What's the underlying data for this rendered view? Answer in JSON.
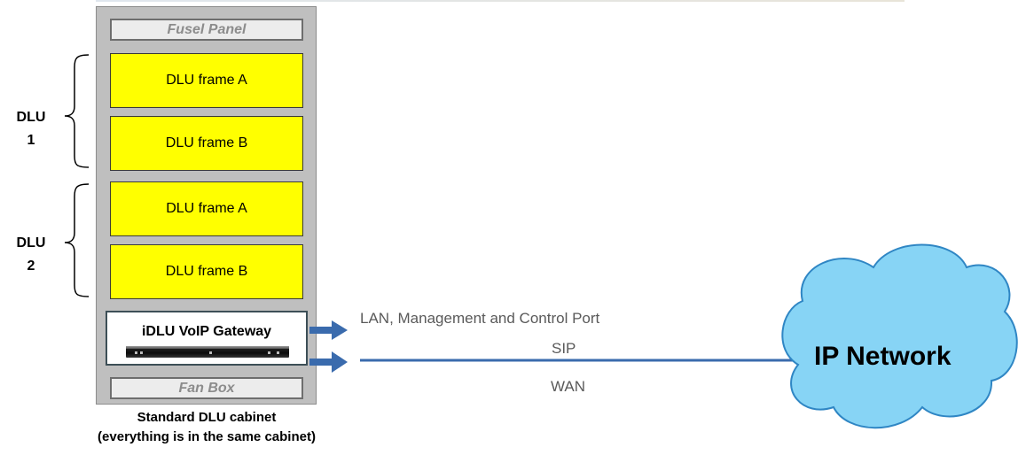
{
  "cabinet": {
    "top_panel": "Fusel Panel",
    "bottom_panel": "Fan Box",
    "frames": [
      {
        "label": "DLU frame A"
      },
      {
        "label": "DLU frame B"
      },
      {
        "label": "DLU frame A"
      },
      {
        "label": "DLU frame B"
      }
    ],
    "gateway_label": "iDLU VoIP Gateway",
    "caption_line1": "Standard DLU cabinet",
    "caption_line2": "(everything is in the same cabinet)"
  },
  "groups": [
    {
      "line1": "DLU",
      "line2": "1"
    },
    {
      "line1": "DLU",
      "line2": "2"
    }
  ],
  "connections": {
    "lan_label": "LAN, Management and Control Port",
    "sip_label": "SIP",
    "wan_label": "WAN"
  },
  "cloud": {
    "label": "IP Network",
    "fill_color": "#87d4f5",
    "stroke_color": "#2f86c4"
  },
  "colors": {
    "frame_fill": "#ffff00",
    "cabinet_fill": "#bfbfbf",
    "arrow_color": "#3a6bad",
    "link_color": "#3a6bad"
  }
}
